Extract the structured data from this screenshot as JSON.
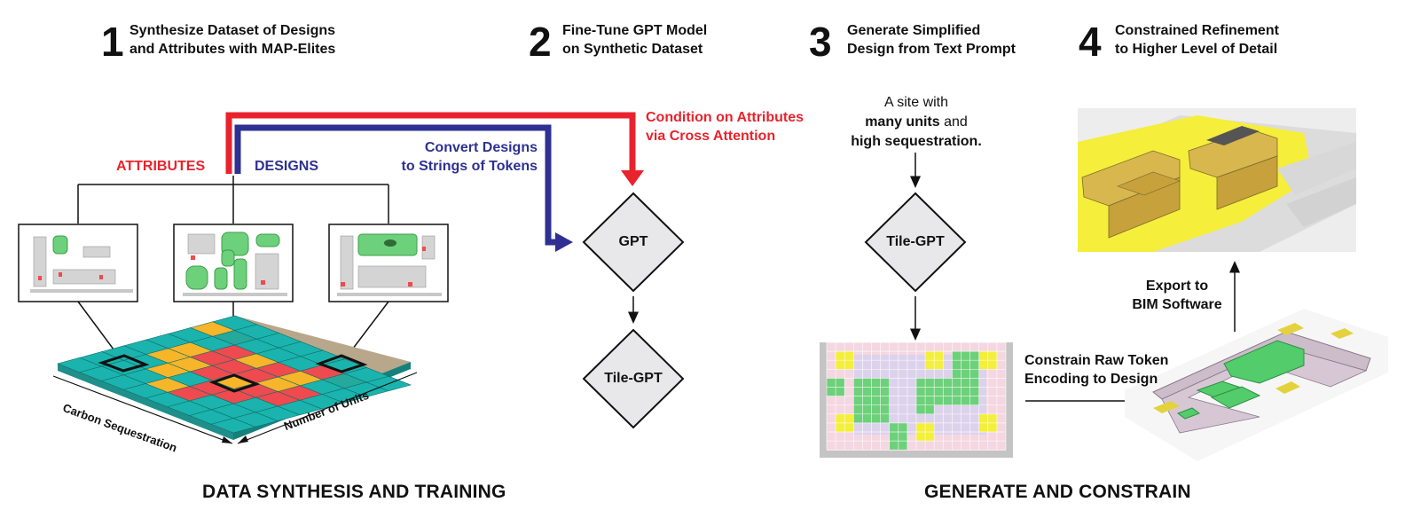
{
  "colors": {
    "red": "#e8232d",
    "blue": "#2e3191",
    "teal": "#1bb3ad",
    "orange": "#f7b529",
    "pinkred": "#ee4a4f",
    "green": "#6dd07a",
    "yellow": "#f3ef3a"
  },
  "steps": [
    {
      "num": "1",
      "line1": "Synthesize Dataset of Designs",
      "line2": "and Attributes with MAP-Elites"
    },
    {
      "num": "2",
      "line1": "Fine-Tune GPT Model",
      "line2": "on Synthetic Dataset"
    },
    {
      "num": "3",
      "line1": "Generate Simplified",
      "line2": "Design from Text Prompt"
    },
    {
      "num": "4",
      "line1": "Constrained Refinement",
      "line2": "to Higher Level of Detail"
    }
  ],
  "labels": {
    "attributes": "ATTRIBUTES",
    "designs": "DESIGNS",
    "condition_1": "Condition on Attributes",
    "condition_2": "via Cross Attention",
    "convert_1": "Convert Designs",
    "convert_2": "to Strings of Tokens",
    "gpt": "GPT",
    "tile_gpt": "Tile-GPT",
    "tile_gpt_3": "Tile-GPT",
    "axis_x": "Carbon Sequestration",
    "axis_y": "Number of Units",
    "export_1": "Export to",
    "export_2": "BIM Software",
    "constrain_1": "Constrain Raw Token",
    "constrain_2": "Encoding to Design"
  },
  "prompt": {
    "l1": "A site with",
    "l2_bold": "many units",
    "l2_rest": " and",
    "l3_bold": "high sequestration."
  },
  "sections": {
    "left": "DATA SYNTHESIS AND TRAINING",
    "right": "GENERATE AND CONSTRAIN"
  }
}
